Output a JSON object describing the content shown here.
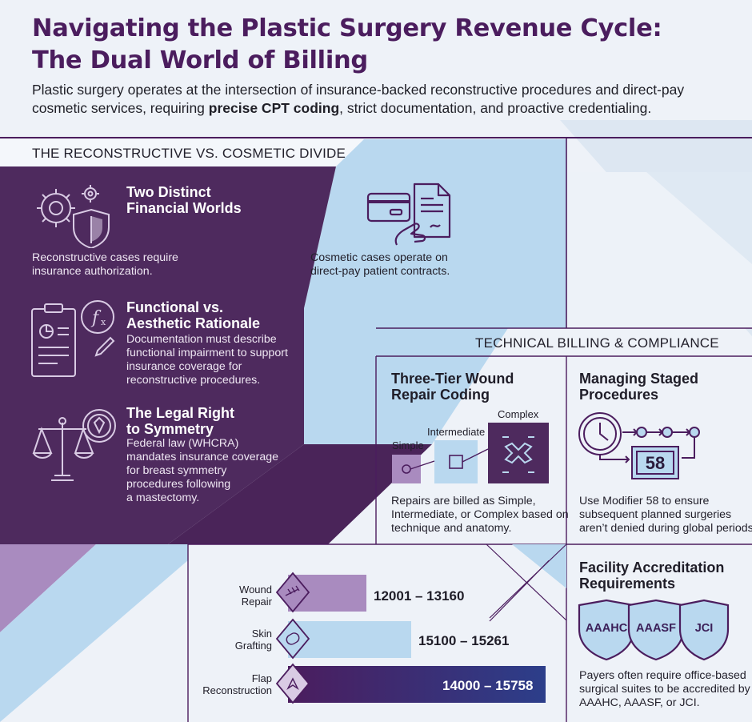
{
  "header": {
    "title_line1": "Navigating the Plastic Surgery Revenue Cycle:",
    "title_line2": "The Dual World of Billing",
    "intro_line1": "Plastic surgery operates at the intersection of insurance-backed reconstructive procedures and direct-pay",
    "intro_line2_pre": "cosmetic services, requiring ",
    "intro_line2_bold": "precise CPT coding",
    "intro_line2_post": ", strict documentation, and proactive credentialing."
  },
  "divide": {
    "heading": "THE RECONSTRUCTIVE VS. COSMETIC DIVIDE",
    "financial": {
      "title_line1": "Two Distinct",
      "title_line2": "Financial Worlds",
      "reconstructive_line1": "Reconstructive cases require",
      "reconstructive_line2": "insurance authorization.",
      "cosmetic_line1": "Cosmetic cases operate on",
      "cosmetic_line2": "direct-pay patient contracts."
    },
    "functional": {
      "title_line1": "Functional vs.",
      "title_line2": "Aesthetic Rationale",
      "body": [
        "Documentation must describe",
        "functional impairment to support",
        "insurance coverage for",
        "reconstructive procedures."
      ]
    },
    "legal": {
      "title_line1": "The Legal Right",
      "title_line2": "to Symmetry",
      "body": [
        "Federal law (WHCRA)",
        "mandates insurance coverage",
        "for breast symmetry",
        "procedures following",
        "a mastectomy."
      ]
    }
  },
  "technical": {
    "heading": "TECHNICAL BILLING & COMPLIANCE",
    "wound": {
      "title_line1": "Three-Tier Wound",
      "title_line2": "Repair Coding",
      "tiers": [
        "Simple",
        "Intermediate",
        "Complex"
      ],
      "body": [
        "Repairs are billed as Simple,",
        "Intermediate, or Complex based on",
        "technique and anatomy."
      ]
    },
    "staged": {
      "title_line1": "Managing Staged",
      "title_line2": "Procedures",
      "modifier": "58",
      "body": [
        "Use Modifier 58 to ensure",
        "subsequent planned surgeries",
        "aren’t denied during global periods."
      ]
    }
  },
  "codes": [
    {
      "label_line1": "Wound",
      "label_line2": "Repair",
      "range": "12001 – 13160"
    },
    {
      "label_line1": "Skin",
      "label_line2": "Grafting",
      "range": "15100 – 15261"
    },
    {
      "label_line1": "Flap",
      "label_line2": "Reconstruction",
      "range": "14000 – 15758"
    }
  ],
  "accreditation": {
    "title_line1": "Facility Accreditation",
    "title_line2": "Requirements",
    "badges": [
      "AAAHC",
      "AAASF",
      "JCI"
    ],
    "body": [
      "Payers often require office-based",
      "surgical suites to be accredited by",
      "AAAHC, AAASF, or JCI."
    ]
  },
  "colors": {
    "brand_purple": "#4b1d5e",
    "panel_purple": "#4e2a5e",
    "light_blue": "#b8d7ee",
    "lavender": "#a98bbf"
  }
}
